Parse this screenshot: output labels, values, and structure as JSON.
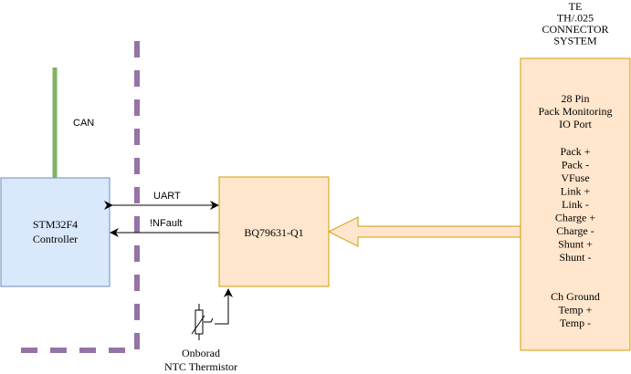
{
  "nodes": {
    "stm32": {
      "line1": "STM32F4",
      "line2": "Controller",
      "fill": "#dae8fc",
      "stroke": "#6c8ebf"
    },
    "bq": {
      "label": "BQ79631-Q1",
      "fill": "#ffe6cc",
      "stroke": "#d79b00"
    },
    "connector_box": {
      "fill": "#ffe6cc",
      "stroke": "#d79b00",
      "header": [
        "28 Pin",
        "Pack Monitoring",
        "IO Port"
      ],
      "pins_group1": [
        "Pack +",
        "Pack -",
        "VFuse",
        "Link +",
        "Link -",
        "Charge +",
        "Charge -",
        "Shunt +",
        "Shunt -"
      ],
      "pins_group2": [
        "Ch Ground",
        "Temp +",
        "Temp -"
      ]
    },
    "connector_title": [
      "TE",
      "TH/.025",
      "CONNECTOR",
      "SYSTEM"
    ],
    "thermistor_label": [
      "Onborad",
      "NTC Thermistor"
    ]
  },
  "edges": {
    "can": {
      "label": "CAN",
      "color": "#82b366"
    },
    "uart": {
      "label": "UART"
    },
    "nfault": {
      "label": "!NFault"
    }
  },
  "boundary": {
    "color": "#9673a6"
  }
}
